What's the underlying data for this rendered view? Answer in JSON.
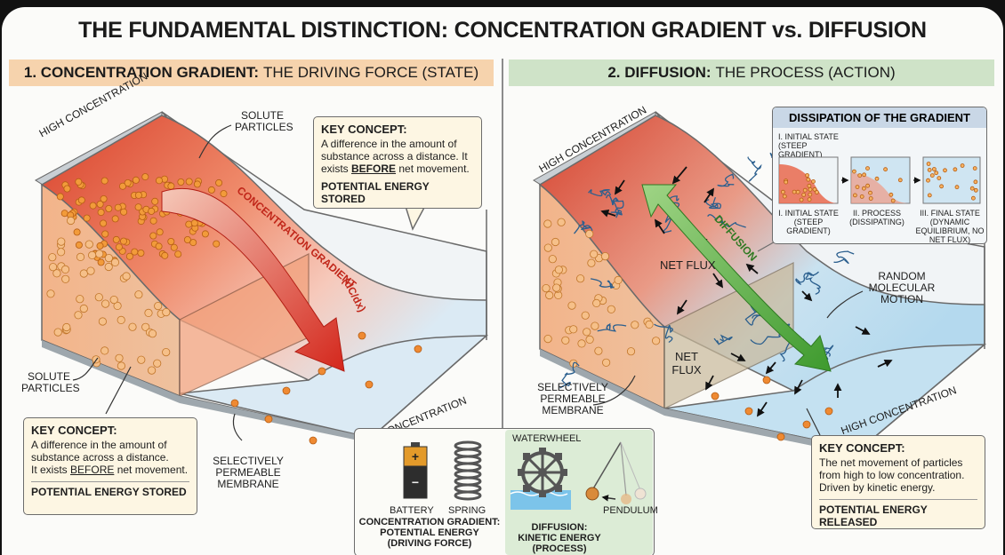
{
  "title": "THE FUNDAMENTAL DISTINCTION: CONCENTRATION GRADIENT vs. DIFFUSION",
  "panel1": {
    "header_bold": "1. CONCENTRATION GRADIENT:",
    "header_rest": "THE DRIVING FORCE (STATE)",
    "high_label": "HIGH CONCENTRATION",
    "low_label": "LOW CONCENTRATION",
    "solute_top": "SOLUTE PARTICLES",
    "solute_left": "SOLUTE PARTICLES",
    "membrane": "SELECTIVELY PERMEABLE MEMBRANE",
    "gradient_label": "CONCENTRATION GRADIENT",
    "gradient_formula": "(dC/dx)",
    "key_box_top": {
      "heading": "KEY CONCEPT:",
      "line1": "A difference in the amount of",
      "line2": "substance across a distance. It",
      "line3_pre": "exists ",
      "line3_em": "BEFORE",
      "line3_post": " net movement.",
      "footer": "POTENTIAL ENERGY STORED"
    },
    "key_box_bottom": {
      "heading": "KEY CONCEPT:",
      "line1": "A difference in the amount of",
      "line2": "substance across a distance.",
      "line3_pre": "It exists ",
      "line3_em": "BEFORE",
      "line3_post": " net movement.",
      "footer": "POTENTIAL ENERGY STORED"
    }
  },
  "panel2": {
    "header_bold": "2. DIFFUSION:",
    "header_rest": "THE PROCESS (ACTION)",
    "high_label": "HIGH CONCENTRATION",
    "high_label_bottom": "HIGH CONCENTRATION",
    "diffusion_label": "DIFFUSION",
    "net_flux_1": "NET FLUX",
    "net_flux_2": "NET FLUX",
    "random_motion": "RANDOM MOLECULAR MOTION",
    "membrane": "SELECTIVELY PERMEABLE MEMBRANE",
    "dissipation": {
      "heading": "DISSIPATION OF THE GRADIENT",
      "stage_top": "I. INITIAL STATE (STEEP GRADIENT)",
      "stage1": "I. INITIAL STATE (STEEP GRADIENT)",
      "stage2": "II. PROCESS (DISSIPATING)",
      "stage3": "III. FINAL STATE (DYNAMIC EQUILIBRIUM, NO NET FLUX)"
    },
    "key_box": {
      "heading": "KEY CONCEPT:",
      "line1": "The net movement of particles",
      "line2": "from high to low concentration.",
      "line3": "Driven by kinetic energy.",
      "footer": "POTENTIAL ENERGY RELEASED"
    }
  },
  "analogy": {
    "battery": "BATTERY",
    "spring": "SPRING",
    "waterwheel": "WATERWHEEL",
    "pendulum": "PENDULUM",
    "left_caption_1": "CONCENTRATION GRADIENT:",
    "left_caption_2": "POTENTIAL ENERGY",
    "left_caption_3": "(DRIVING FORCE)",
    "right_caption_1": "DIFFUSION:",
    "right_caption_2": "KINETIC ENERGY",
    "right_caption_3": "(PROCESS)",
    "battery_plus": "+",
    "battery_minus": "−"
  }
}
